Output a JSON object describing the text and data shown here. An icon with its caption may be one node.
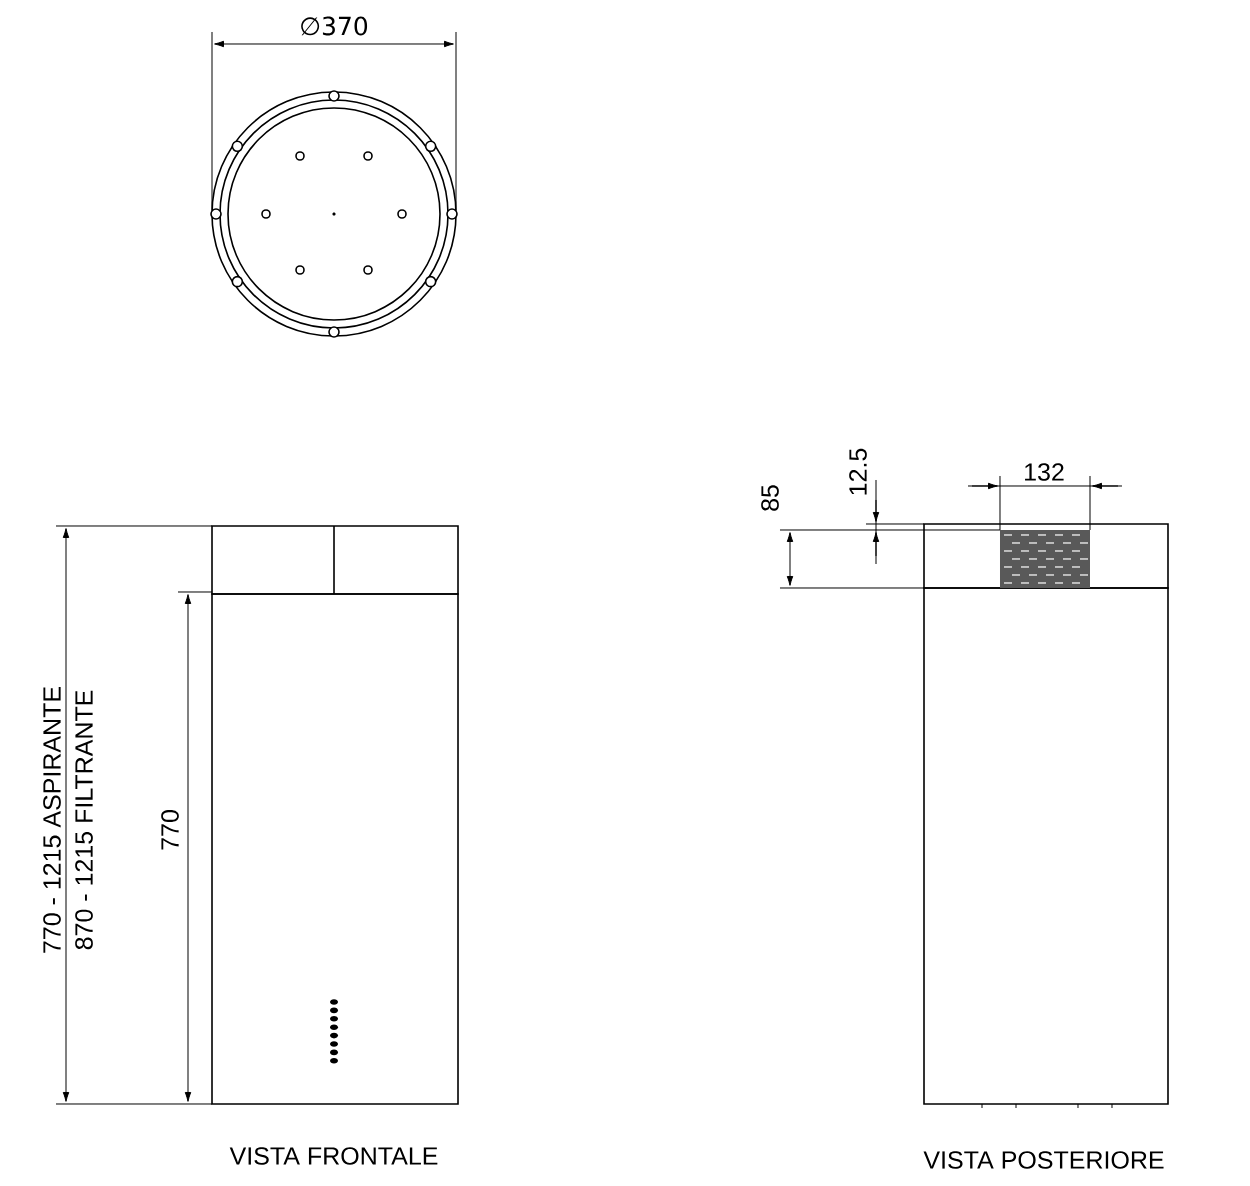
{
  "diagram": {
    "labels": [
      "∅370",
      "770 - 1215 ASPIRANTE",
      "870 - 1215 FILTRANTE",
      "770",
      "VISTA FRONTALE",
      "85",
      "12.5",
      "132",
      "VISTA POSTERIORE"
    ]
  }
}
